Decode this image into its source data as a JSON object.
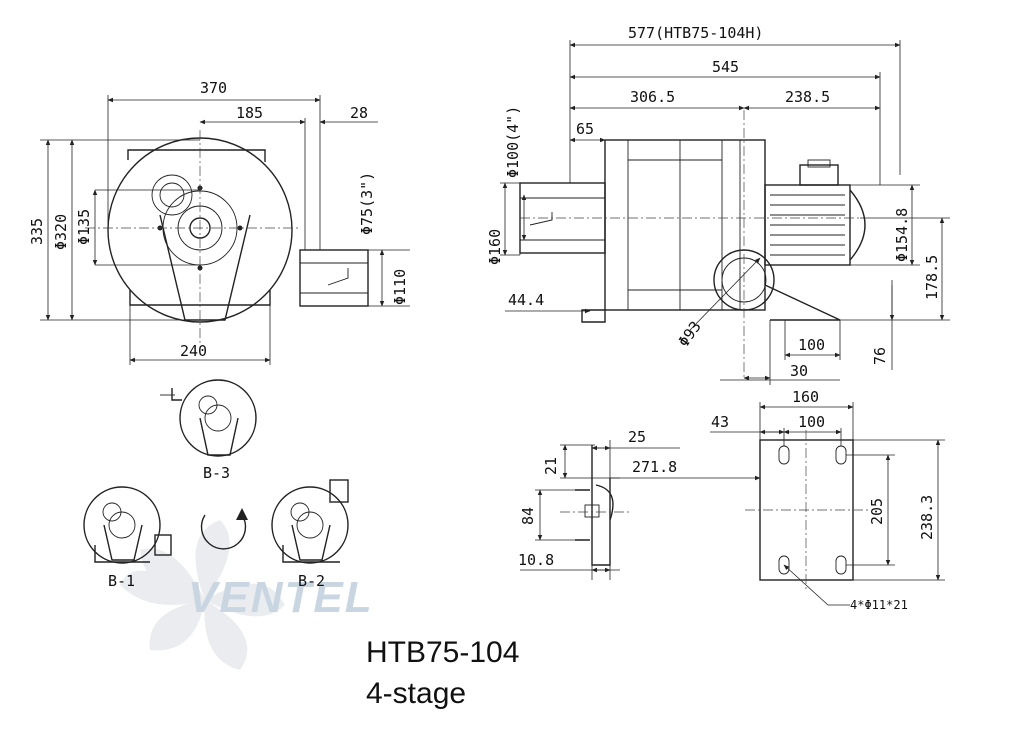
{
  "watermark": "VENTEL",
  "model": "HTB75-104",
  "stages": "4-stage",
  "labels": {
    "b1": "B-1",
    "b2": "B-2",
    "b3": "B-3"
  },
  "dims": {
    "d370": "370",
    "d185": "185",
    "d28": "28",
    "d335": "335",
    "d320": "Φ320",
    "d135": "Φ135",
    "d75": "Φ75(3\")",
    "d110": "Φ110",
    "d240": "240",
    "d577": "577(HTB75-104H)",
    "d545": "545",
    "d306": "306.5",
    "d238": "238.5",
    "d65": "65",
    "d100in": "Φ100(4\")",
    "d160c": "Φ160",
    "d154": "Φ154.8",
    "d178": "178.5",
    "d44": "44.4",
    "d93": "Φ93",
    "d100": "100",
    "d76": "76",
    "d30": "30",
    "d160": "160",
    "d43": "43",
    "d100b": "100",
    "d25": "25",
    "d21": "21",
    "d271": "271.8",
    "d84": "84",
    "d108": "10.8",
    "d205": "205",
    "d2383": "238.3",
    "holes": "4*Φ11*21"
  }
}
